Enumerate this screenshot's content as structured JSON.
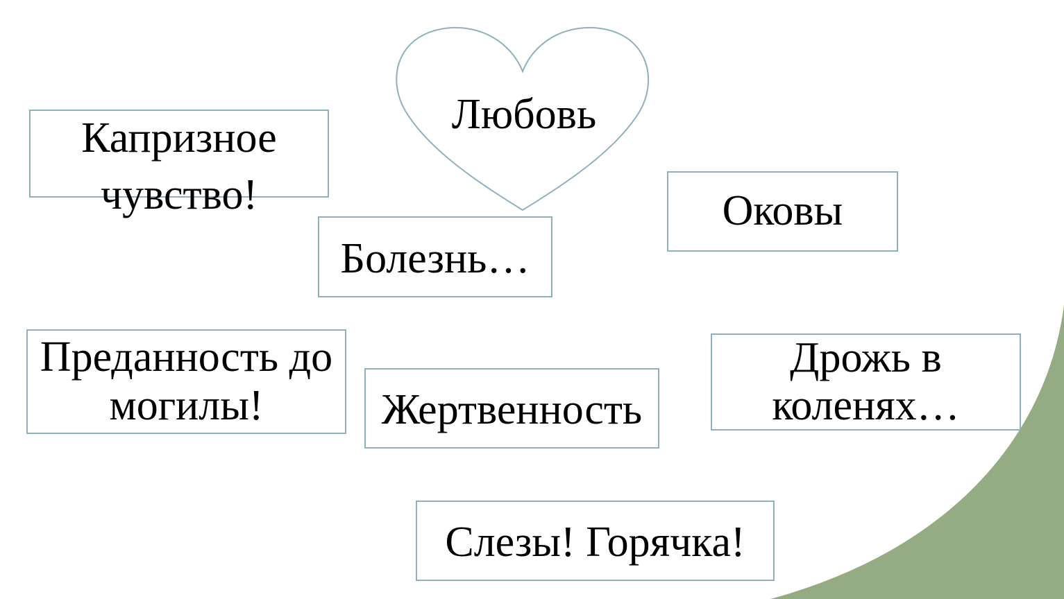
{
  "colors": {
    "border": "#8fb0bd",
    "accent_green": "#94ab84",
    "text": "#000000"
  },
  "heart": {
    "label": "Любовь",
    "shape": "heart"
  },
  "boxes": {
    "capricious": "Капризное чувство!",
    "shackles": "Оковы",
    "disease": "Болезнь…",
    "devotion": "Преданность до могилы!",
    "sacrifice": "Жертвенность",
    "trembling": "Дрожь в коленях…",
    "tears": "Слезы! Горячка!"
  }
}
